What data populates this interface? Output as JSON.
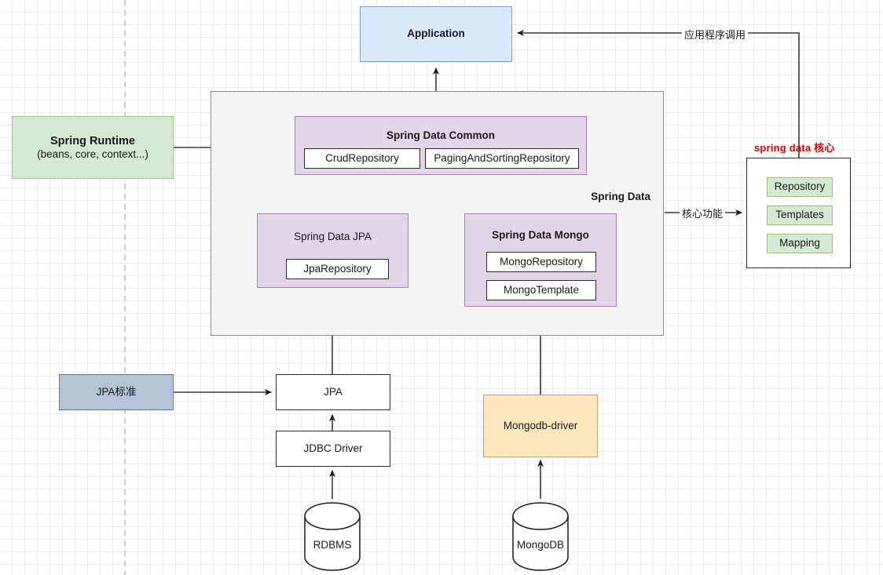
{
  "diagram": {
    "title_container": "Spring Data",
    "nodes": {
      "application": "Application",
      "spring_runtime_title": "Spring Runtime",
      "spring_runtime_sub": "(beans, core, context...)",
      "spring_data_common": "Spring Data Common",
      "crud_repository": "CrudRepository",
      "paging_sorting_repository": "PagingAndSortingRepository",
      "spring_data_jpa": "Spring Data JPA",
      "jpa_repository": "JpaRepository",
      "spring_data_mongo": "Spring Data Mongo",
      "mongo_repository": "MongoRepository",
      "mongo_template": "MongoTemplate",
      "jpa_standard": "JPA标准",
      "jpa": "JPA",
      "jdbc_driver": "JDBC Driver",
      "mongodb_driver": "Mongodb-driver",
      "rdbms": "RDBMS",
      "mongodb": "MongoDB"
    },
    "core_panel": {
      "caption": "spring data 核心",
      "items": [
        "Repository",
        "Templates",
        "Mapping"
      ]
    },
    "edge_labels": {
      "app_call": "应用程序调用",
      "core_feature": "核心功能"
    },
    "colors": {
      "blue_fill": "#dae8fc",
      "green_fill": "#d5e8d4",
      "purple_fill": "#e1d5e7",
      "gray_fill": "#b4c4d6",
      "yellow_fill": "#ffe6bf",
      "container_fill": "#f4f4f4",
      "red_caption": "#e00000"
    }
  }
}
